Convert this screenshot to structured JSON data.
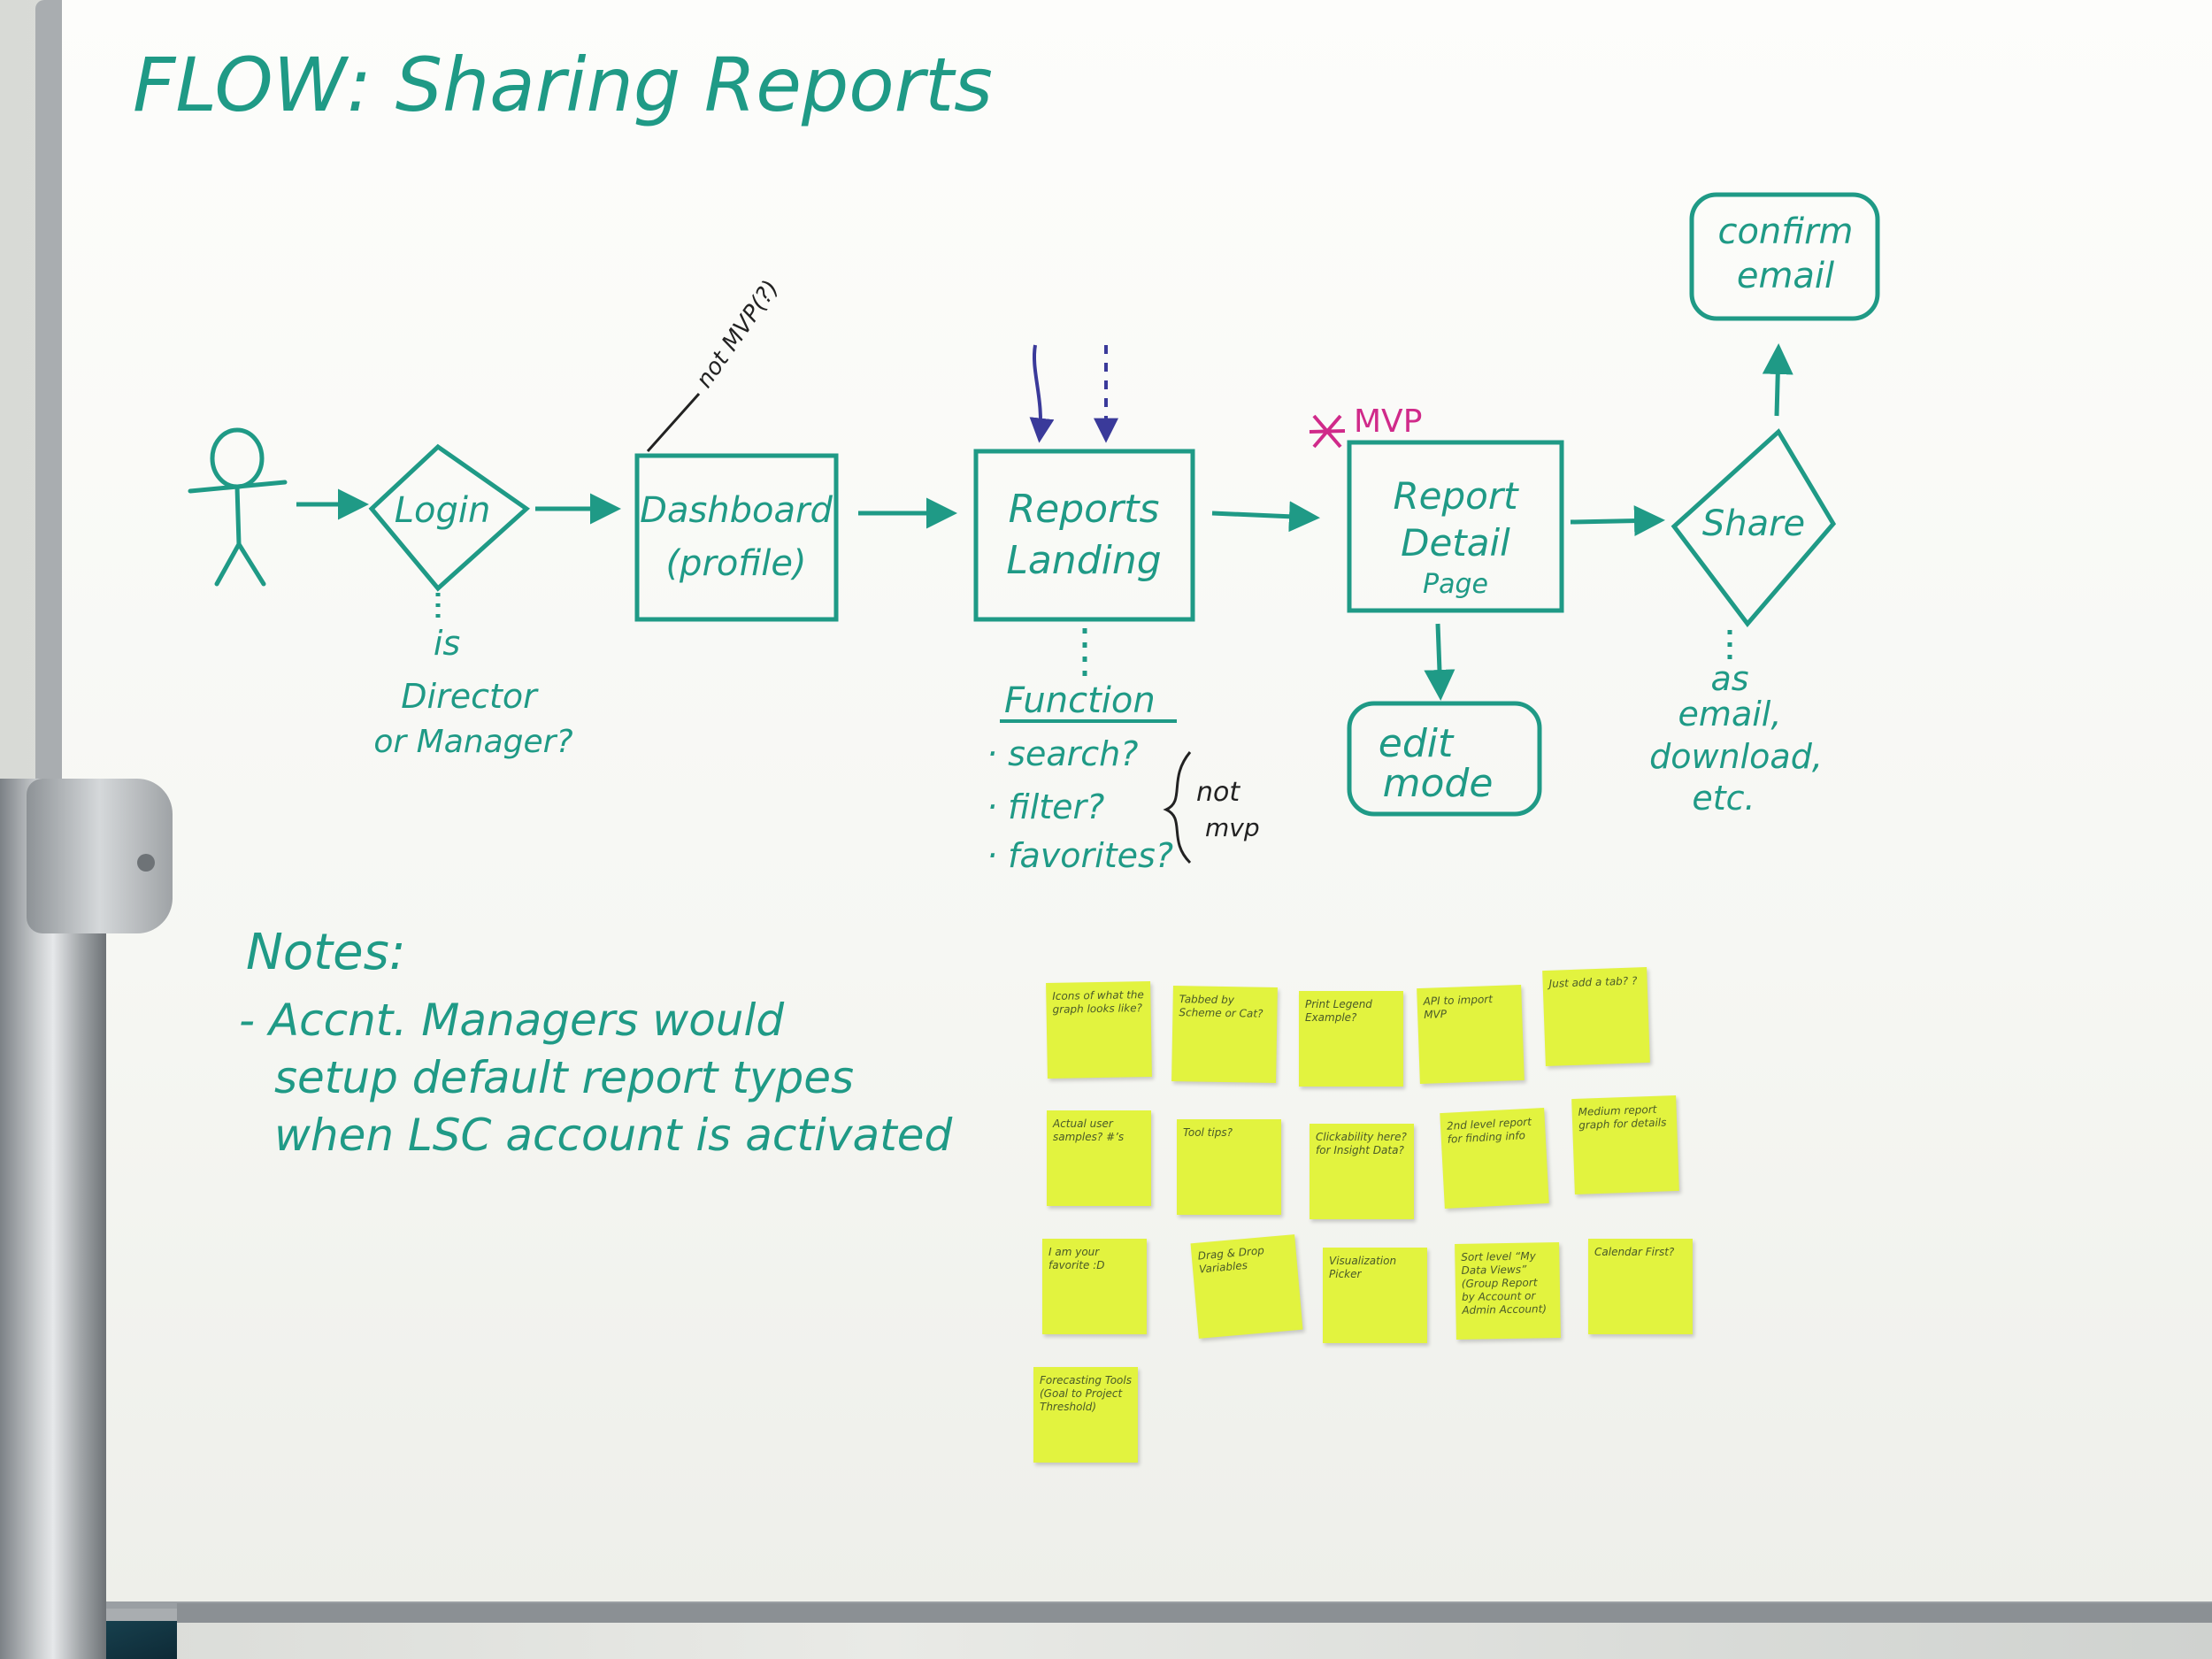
{
  "title": "FLOW: Sharing Reports",
  "nodes": {
    "login": "Login",
    "dashboard_1": "Dashboard",
    "dashboard_2": "(profile)",
    "reports_1": "Reports",
    "reports_2": "Landing",
    "detail_1": "Report",
    "detail_2": "Detail",
    "detail_3": "Page",
    "share": "Share",
    "edit_1": "edit",
    "edit_2": "mode",
    "confirm_1": "confirm",
    "confirm_2": "email"
  },
  "annotations": {
    "not_mvp_dashboard": "not MVP(?)",
    "mvp_star": "MVP",
    "login_q_1": "is",
    "login_q_2": "Director",
    "login_q_3": "or Manager?",
    "share_as_1": "as",
    "share_as_2": "email,",
    "share_as_3": "download,",
    "share_as_4": "etc.",
    "function_title": "Function",
    "function_items": [
      "· search?",
      "· filter?",
      "· favorites?"
    ],
    "not_mvp_1": "not",
    "not_mvp_2": "mvp"
  },
  "notes": {
    "title": "Notes:",
    "lines": [
      "- Accnt. Managers would",
      "setup default report types",
      "when LSC account is activated"
    ]
  },
  "sticky_notes": [
    "Icons of what the graph looks like?",
    "Tabbed by Scheme or Cat?",
    "Print Legend Example?",
    "API to import MVP",
    "Just add a tab? ?",
    "Actual user samples? #’s",
    "Tool tips?",
    "Clickability here? for Insight Data?",
    "2nd level report for finding info",
    "Medium report graph for details",
    "I am your favorite :D",
    "Drag & Drop Variables",
    "Visualization Picker",
    "Sort level “My Data Views” (Group Report by Account or Admin Account)",
    "Calendar First?",
    "Forecasting Tools (Goal to Project Threshold)"
  ],
  "colors": {
    "marker_teal": "#1f9a86",
    "marker_pink": "#d02a8a",
    "marker_black": "#222222",
    "marker_navy": "#3a3a9a",
    "sticky_yellow": "#e2f33f"
  }
}
